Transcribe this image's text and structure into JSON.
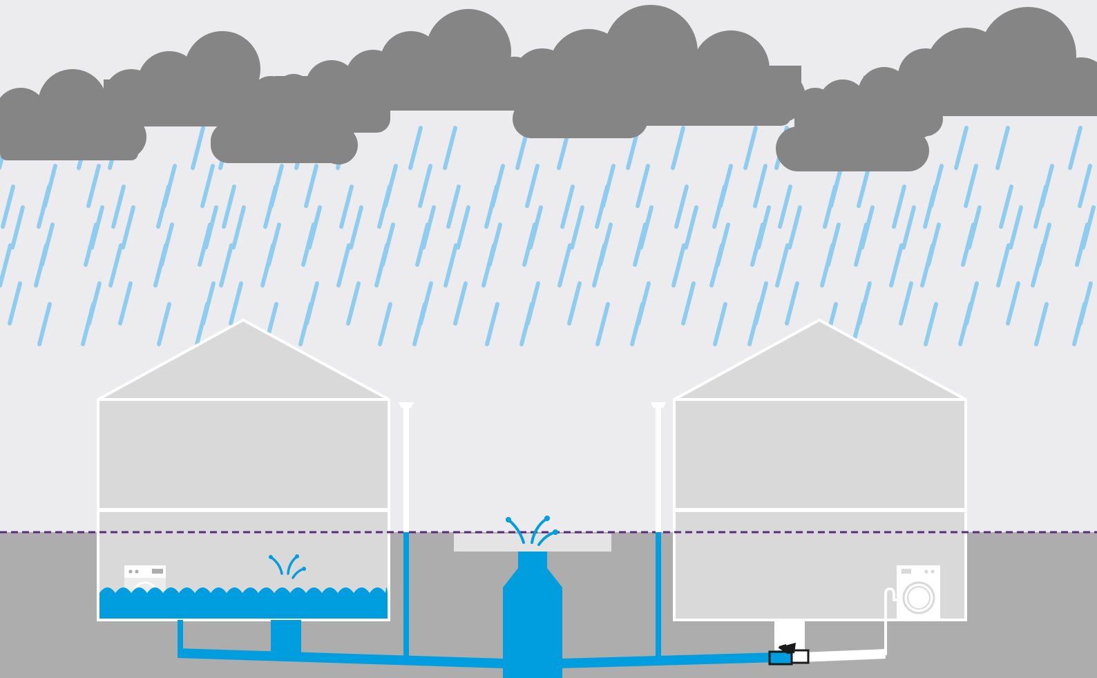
{
  "colors": {
    "sky": "#ececee",
    "ground": "#adadad",
    "cloud": "#858585",
    "rain": "#8fcdf0",
    "water": "#009ede",
    "house_fill": "#d9d9d9",
    "house_stroke": "#ffffff",
    "ground_level_line": "#5a2a82",
    "valve_body": "#1a1a1a"
  },
  "scene": {
    "left_house": {
      "state": "flooded-basement",
      "icons": [
        "washing-machine-icon",
        "water-spout-icon"
      ]
    },
    "right_house": {
      "state": "protected-by-backflow-valve",
      "icons": [
        "washing-machine-icon",
        "backflow-valve-icon"
      ]
    },
    "sewer": {
      "state": "overflowing",
      "icons": [
        "water-spout-icon"
      ]
    }
  }
}
